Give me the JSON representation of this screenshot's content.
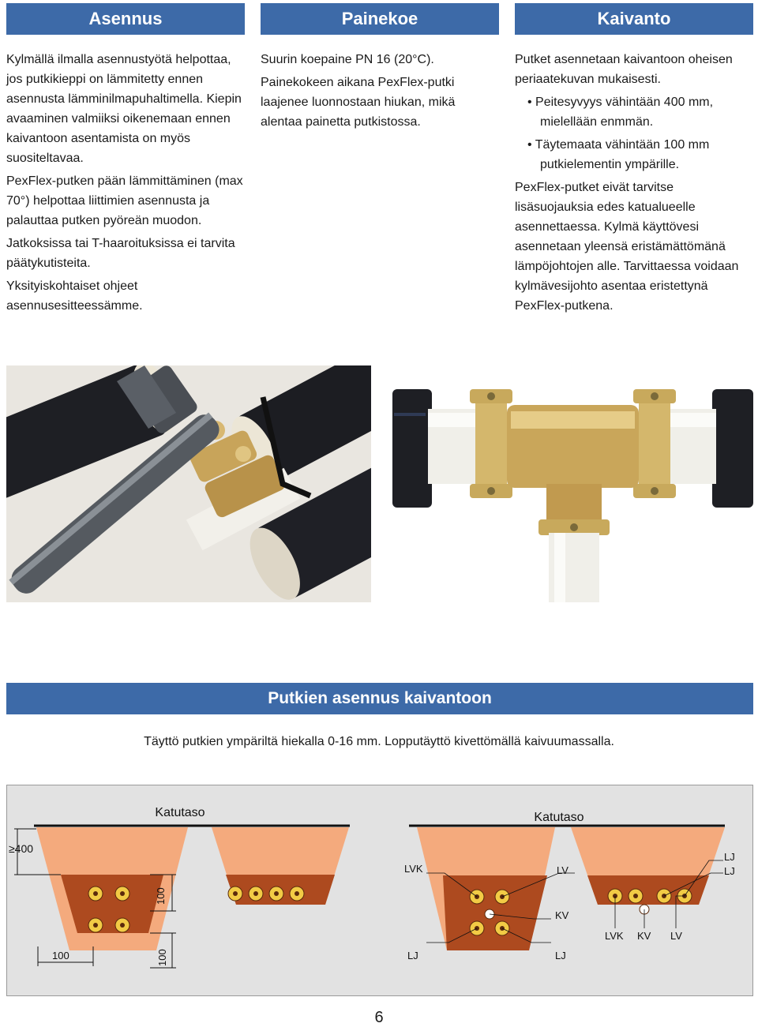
{
  "columns": {
    "asennus": {
      "title": "Asennus",
      "paragraphs": [
        "Kylmällä ilmalla asennustyötä helpottaa, jos putkikieppi on lämmitetty ennen asennusta lämminilmapuhaltimella. Kiepin avaaminen valmiiksi oikenemaan ennen kaivantoon asentamista on myös suositeltavaa.",
        "PexFlex-putken pään lämmittäminen (max 70°) helpottaa liittimien asennusta ja palauttaa putken pyöreän muodon.",
        "Jatkoksissa tai T-haaroituksissa ei tarvita päätykutisteita.",
        "Yksityiskohtaiset ohjeet asennusesitteessämme."
      ]
    },
    "painekoe": {
      "title": "Painekoe",
      "paragraphs": [
        "Suurin koepaine PN 16 (20°C).",
        "Painekokeen aikana PexFlex-putki laajenee luonnostaan hiukan, mikä alentaa painetta putkistossa."
      ]
    },
    "kaivanto": {
      "title": "Kaivanto",
      "intro": "Putket asennetaan kaivantoon oheisen periaatekuvan mukaisesti.",
      "bullets": [
        "• Peitesyvyys vähintään 400 mm, mielellään enmmän.",
        "• Täytemaata vähintään 100 mm putkielementin ympärille."
      ],
      "outro": "PexFlex-putket eivät tarvitse lisäsuojauksia edes katualueelle asennettaessa. Kylmä käyttövesi asennetaan yleensä eristämättömänä lämpöjohtojen alle. Tarvittaessa voidaan kylmävesijohto asentaa eristettynä PexFlex-putkena."
    }
  },
  "section": {
    "title": "Putkien asennus kaivantoon",
    "subtitle": "Täyttö putkien ympäriltä hiekalla 0-16 mm. Lopputäyttö kivettömällä kaivuumassalla."
  },
  "diagram": {
    "left": {
      "surface_label": "Katutaso",
      "depth_label": "≥400",
      "dim_right_upper": "100",
      "dim_right_lower": "100",
      "dim_bottom": "100"
    },
    "right": {
      "surface_label": "Katutaso",
      "labels": {
        "lvk_top": "LVK",
        "lv_top": "LV",
        "lj_top1": "LJ",
        "lj_top2": "LJ",
        "kv_mid": "KV",
        "lvk_bottom": "LVK",
        "kv_bottom": "KV",
        "lv_bottom": "LV",
        "lj_left": "LJ",
        "lj_right": "LJ"
      }
    }
  },
  "page_number": "6",
  "colors": {
    "header": "#3d6aa8",
    "soil": "#f4aa7d",
    "bedding": "#ad4a1f",
    "pipe": "#f2cb45"
  }
}
